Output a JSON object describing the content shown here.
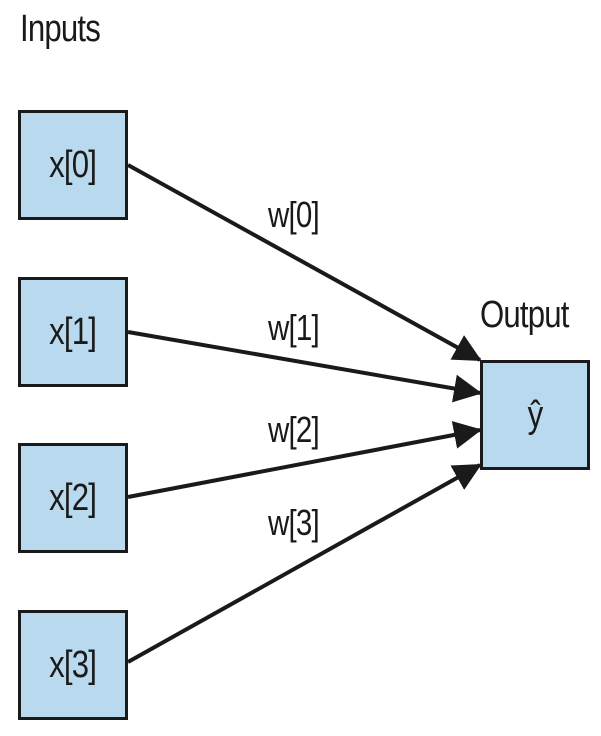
{
  "colors": {
    "box_fill": "#b9d9ee",
    "stroke": "#1a1a1a",
    "background": "#ffffff"
  },
  "headings": {
    "inputs": "Inputs",
    "output": "Output"
  },
  "inputs": [
    {
      "label": "x[0]"
    },
    {
      "label": "x[1]"
    },
    {
      "label": "x[2]"
    },
    {
      "label": "x[3]"
    }
  ],
  "weights": [
    {
      "label": "w[0]"
    },
    {
      "label": "w[1]"
    },
    {
      "label": "w[2]"
    },
    {
      "label": "w[3]"
    }
  ],
  "output": {
    "label": "ŷ"
  }
}
